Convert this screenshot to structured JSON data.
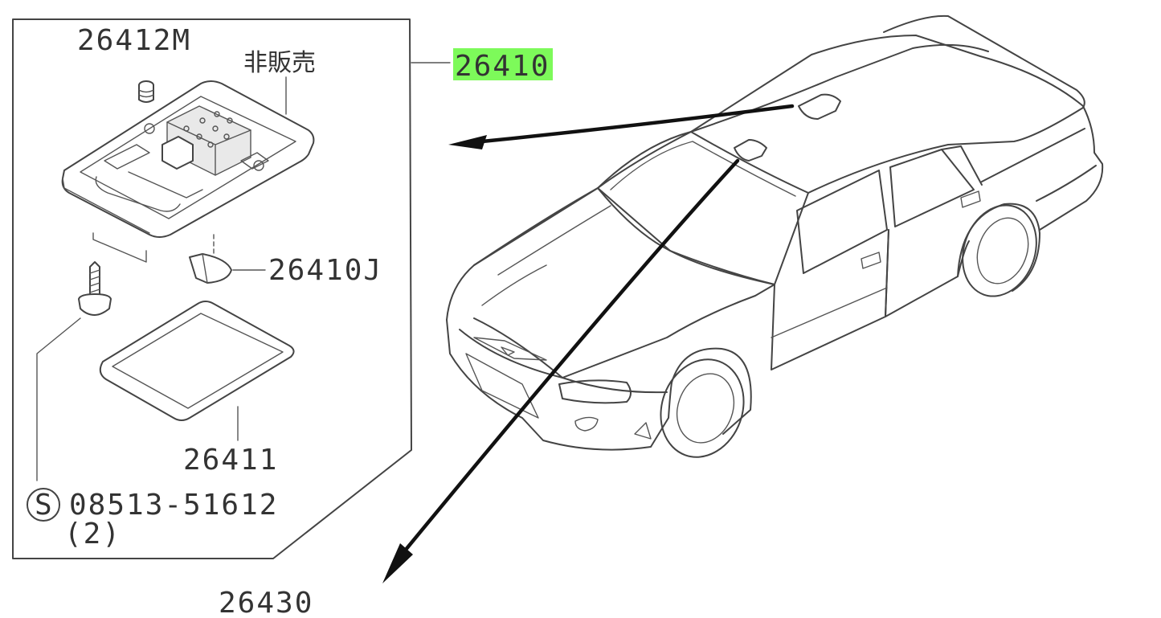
{
  "diagram": {
    "labels": {
      "part_26412M": "26412M",
      "non_sale": "非販売",
      "part_26410": "26410",
      "part_26410J": "26410J",
      "part_26411": "26411",
      "screw_symbol": "S",
      "part_screw": "08513-51612",
      "screw_qty": "(2)",
      "part_26430": "26430"
    },
    "colors": {
      "highlight": "#7dfa5a",
      "line": "#444444",
      "arrow": "#111111"
    }
  }
}
